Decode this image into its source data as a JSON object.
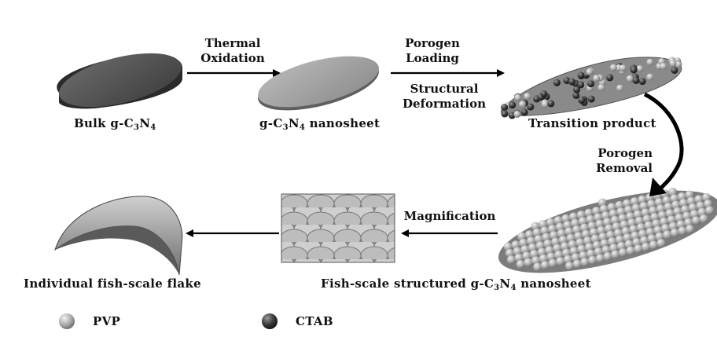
{
  "steps": {
    "thermal_oxidation": [
      "Thermal",
      "Oxidation"
    ],
    "porogen_loading": [
      "Porogen",
      "Loading"
    ],
    "structural_deformation": [
      "Structural",
      "Deformation"
    ],
    "porogen_removal": [
      "Porogen",
      "Removal"
    ],
    "magnification": "Magnification"
  },
  "labels": {
    "bulk": {
      "pre": "Bulk g-C",
      "s1": "3",
      "mid": "N",
      "s2": "4",
      "post": ""
    },
    "nanosheet": {
      "pre": "g-C",
      "s1": "3",
      "mid": "N",
      "s2": "4",
      "post": " nanosheet"
    },
    "transition": "Transition product",
    "fishscale_sheet": {
      "pre": "Fish-scale structured g-C",
      "s1": "3",
      "mid": "N",
      "s2": "4",
      "post": " nanosheet"
    },
    "individual_flake": "Individual fish-scale flake"
  },
  "legend": [
    {
      "name": "PVP",
      "color": "#9a9a9a"
    },
    {
      "name": "CTAB",
      "color": "#333333"
    }
  ]
}
